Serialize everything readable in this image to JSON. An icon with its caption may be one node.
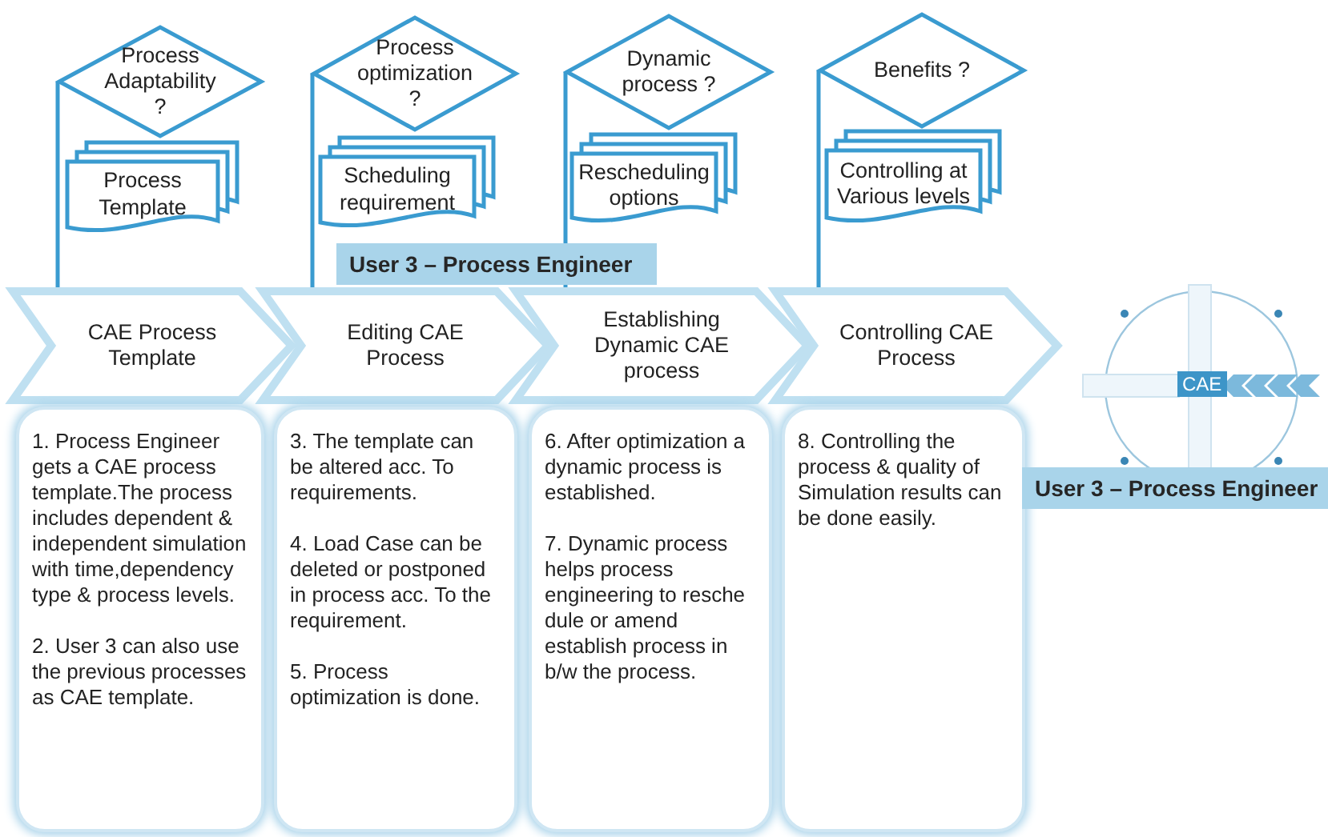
{
  "diagram": {
    "nodes": [
      {
        "text": [
          "Process Adaptability ?"
        ]
      },
      {
        "text": [
          "Process optimization ?"
        ]
      },
      {
        "text": [
          "Dynamic process ?"
        ]
      },
      {
        "text": [
          "Benefits ?"
        ]
      },
      {
        "text": [
          "Process Template"
        ]
      },
      {
        "text": [
          "Scheduling requirement"
        ]
      },
      {
        "text": [
          "Rescheduling options"
        ]
      },
      {
        "text": [
          "Controlling at Various levels"
        ]
      },
      {
        "text": [
          "CAE Process Template"
        ]
      },
      {
        "text": [
          "Editing CAE Process"
        ]
      },
      {
        "text": [
          "Establishing Dynamic CAE process"
        ]
      },
      {
        "text": [
          "Controlling CAE Process"
        ]
      },
      {
        "text": [
          "1. Process Engineer gets a CAE process template.The process includes dependent & independent simulation with time,dependency type & process levels.",
          "2. User 3 can also use the previous processes as CAE template."
        ]
      },
      {
        "text": [
          "3. The template can be altered acc. To requirements.",
          "4. Load Case can be deleted or postponed in process acc. To the requirement.",
          "5. Process optimization is done."
        ]
      },
      {
        "text": [
          "6. After optimization a dynamic process is established.",
          "7. Dynamic process helps process engineering to resche dule or amend establish process in b/w the process."
        ]
      },
      {
        "text": [
          "8. Controlling the process & quality of Simulation results can be done easily."
        ]
      }
    ],
    "edges": [
      {
        "from": 0,
        "to": 8,
        "arrow": "none"
      },
      {
        "from": 1,
        "to": 9,
        "arrow": "none"
      },
      {
        "from": 2,
        "to": 10,
        "arrow": "none"
      },
      {
        "from": 3,
        "to": 11,
        "arrow": "none"
      }
    ],
    "labels": [
      "User 3 – Process Engineer",
      "CAE",
      "User 3 – Process Engineer"
    ]
  }
}
